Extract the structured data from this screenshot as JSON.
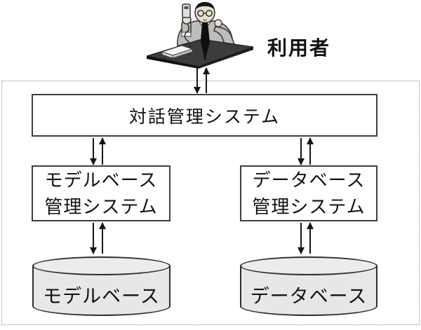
{
  "user": {
    "label": "利用者",
    "illustration": "user-at-desk-illustration"
  },
  "system": {
    "dialog_management": {
      "label": "対話管理システム"
    },
    "model_base_management": {
      "line1": "モデルベース",
      "line2": "管理システム"
    },
    "database_management": {
      "line1": "データベース",
      "line2": "管理システム"
    },
    "model_base_store": {
      "label": "モデルベース",
      "shape": "cylinder"
    },
    "database_store": {
      "label": "データベース",
      "shape": "cylinder"
    }
  },
  "connections": [
    {
      "from": "利用者",
      "to": "対話管理システム",
      "type": "bidirectional"
    },
    {
      "from": "対話管理システム",
      "to": "モデルベース管理システム",
      "type": "bidirectional"
    },
    {
      "from": "対話管理システム",
      "to": "データベース管理システム",
      "type": "bidirectional"
    },
    {
      "from": "モデルベース管理システム",
      "to": "モデルベース",
      "type": "bidirectional"
    },
    {
      "from": "データベース管理システム",
      "to": "データベース",
      "type": "bidirectional"
    }
  ],
  "colors": {
    "background": "#ffffff",
    "box_border": "#3f3f3f",
    "dotted_frame": "#8f8f8f",
    "cylinder_fill": "#e7e7e7",
    "cylinder_border": "#2f2f2f",
    "arrow": "#151515",
    "text": "#111111",
    "desk": "#3c3c3c"
  }
}
